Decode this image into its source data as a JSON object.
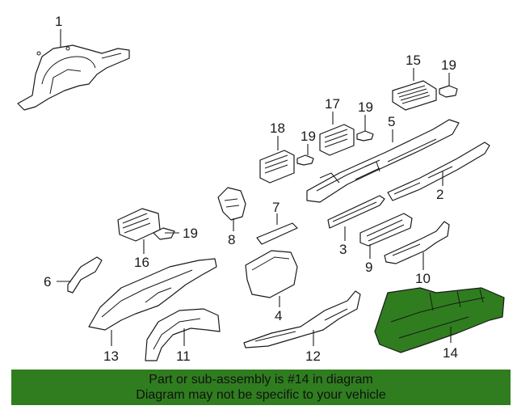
{
  "diagram": {
    "highlighted_part": "14",
    "highlight_color": "#2f7d1f",
    "callouts": [
      {
        "id": "c1",
        "label": "1"
      },
      {
        "id": "c2",
        "label": "2"
      },
      {
        "id": "c3",
        "label": "3"
      },
      {
        "id": "c4",
        "label": "4"
      },
      {
        "id": "c5",
        "label": "5"
      },
      {
        "id": "c6",
        "label": "6"
      },
      {
        "id": "c7",
        "label": "7"
      },
      {
        "id": "c8",
        "label": "8"
      },
      {
        "id": "c9",
        "label": "9"
      },
      {
        "id": "c10",
        "label": "10"
      },
      {
        "id": "c11",
        "label": "11"
      },
      {
        "id": "c12",
        "label": "12"
      },
      {
        "id": "c13",
        "label": "13"
      },
      {
        "id": "c14",
        "label": "14"
      },
      {
        "id": "c15",
        "label": "15"
      },
      {
        "id": "c16",
        "label": "16"
      },
      {
        "id": "c17",
        "label": "17"
      },
      {
        "id": "c18",
        "label": "18"
      },
      {
        "id": "c19a",
        "label": "19"
      },
      {
        "id": "c19b",
        "label": "19"
      },
      {
        "id": "c19c",
        "label": "19"
      },
      {
        "id": "c19d",
        "label": "19"
      }
    ]
  },
  "banner": {
    "line1": "Part or sub-assembly is #14 in diagram",
    "line2": "Diagram may not be specific to your vehicle"
  }
}
